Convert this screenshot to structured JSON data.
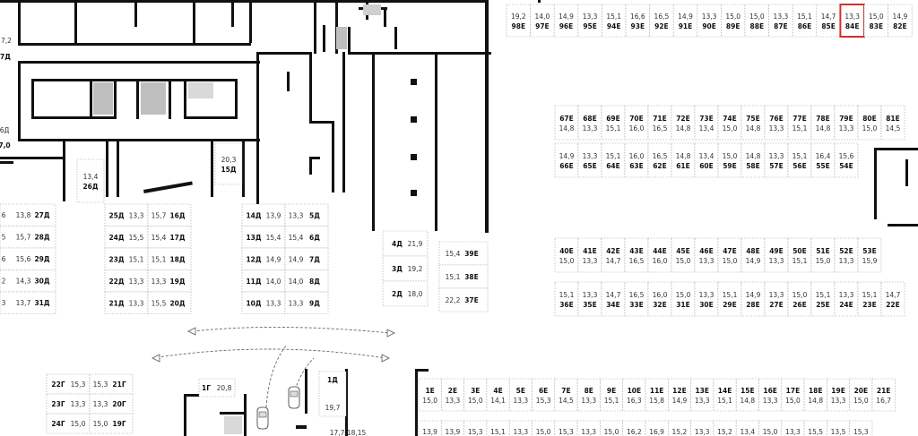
{
  "floor_plan": {
    "selected_spot": "84E",
    "colors": {
      "wall": "#111111",
      "selected_border": "#d0312d",
      "slot_border": "#9aa6a0"
    },
    "left_edge_labels": [
      "7,2",
      "7Д",
      "6Д",
      "7,0"
    ],
    "edge_slots": [
      {
        "code": "27Д",
        "area": "13,8",
        "prefix": "6"
      },
      {
        "code": "28Д",
        "area": "15,7",
        "prefix": "5"
      },
      {
        "code": "29Д",
        "area": "15,6",
        "prefix": "6"
      },
      {
        "code": "30Д",
        "area": "14,3",
        "prefix": "2"
      },
      {
        "code": "31Д",
        "area": "13,7",
        "prefix": "3"
      }
    ],
    "spots": {
      "row_top": [
        {
          "code": "98E",
          "area": "19,2"
        },
        {
          "code": "97E",
          "area": "14,0"
        },
        {
          "code": "96E",
          "area": "14,9"
        },
        {
          "code": "95E",
          "area": "13,3"
        },
        {
          "code": "94E",
          "area": "15,1"
        },
        {
          "code": "93E",
          "area": "16,6"
        },
        {
          "code": "92E",
          "area": "16,5"
        },
        {
          "code": "91E",
          "area": "14,9"
        },
        {
          "code": "90E",
          "area": "13,3"
        },
        {
          "code": "89E",
          "area": "15,0"
        },
        {
          "code": "88E",
          "area": "15,0"
        },
        {
          "code": "87E",
          "area": "13,3"
        },
        {
          "code": "86E",
          "area": "15,1"
        },
        {
          "code": "85E",
          "area": "14,7"
        },
        {
          "code": "84E",
          "area": "13,3"
        },
        {
          "code": "83E",
          "area": "15,0"
        },
        {
          "code": "82E",
          "area": "14,9"
        }
      ],
      "row_2a": [
        {
          "code": "67E",
          "area": "14,8"
        },
        {
          "code": "68E",
          "area": "13,3"
        },
        {
          "code": "69E",
          "area": "15,1"
        },
        {
          "code": "70E",
          "area": "16,0"
        },
        {
          "code": "71E",
          "area": "16,5"
        },
        {
          "code": "72E",
          "area": "14,8"
        },
        {
          "code": "73E",
          "area": "13,4"
        },
        {
          "code": "74E",
          "area": "15,0"
        },
        {
          "code": "75E",
          "area": "14,8"
        },
        {
          "code": "76E",
          "area": "13,3"
        },
        {
          "code": "77E",
          "area": "15,1"
        },
        {
          "code": "78E",
          "area": "14,8"
        },
        {
          "code": "79E",
          "area": "13,3"
        },
        {
          "code": "80E",
          "area": "15,0"
        },
        {
          "code": "81E",
          "area": "14,5"
        }
      ],
      "row_2b": [
        {
          "code": "66E",
          "area": "14,9"
        },
        {
          "code": "65E",
          "area": "13,3"
        },
        {
          "code": "64E",
          "area": "15,1"
        },
        {
          "code": "63E",
          "area": "16,0"
        },
        {
          "code": "62E",
          "area": "16,5"
        },
        {
          "code": "61E",
          "area": "14,8"
        },
        {
          "code": "60E",
          "area": "13,4"
        },
        {
          "code": "59E",
          "area": "15,0"
        },
        {
          "code": "58E",
          "area": "14,8"
        },
        {
          "code": "57E",
          "area": "13,3"
        },
        {
          "code": "56E",
          "area": "15,1"
        },
        {
          "code": "55E",
          "area": "16,4"
        },
        {
          "code": "54E",
          "area": "15,6"
        }
      ],
      "row_3a": [
        {
          "code": "40E",
          "area": "15,0"
        },
        {
          "code": "41E",
          "area": "13,3"
        },
        {
          "code": "42E",
          "area": "14,7"
        },
        {
          "code": "43E",
          "area": "16,5"
        },
        {
          "code": "44E",
          "area": "16,0"
        },
        {
          "code": "45E",
          "area": "15,0"
        },
        {
          "code": "46E",
          "area": "13,3"
        },
        {
          "code": "47E",
          "area": "15,0"
        },
        {
          "code": "48E",
          "area": "14,9"
        },
        {
          "code": "49E",
          "area": "13,3"
        },
        {
          "code": "50E",
          "area": "15,1"
        },
        {
          "code": "51E",
          "area": "15,0"
        },
        {
          "code": "52E",
          "area": "13,3"
        },
        {
          "code": "53E",
          "area": "15,9"
        }
      ],
      "row_3b": [
        {
          "code": "36E",
          "area": "15,1"
        },
        {
          "code": "35E",
          "area": "13,3"
        },
        {
          "code": "34E",
          "area": "14,7"
        },
        {
          "code": "33E",
          "area": "16,5"
        },
        {
          "code": "32E",
          "area": "16,0"
        },
        {
          "code": "31E",
          "area": "15,0"
        },
        {
          "code": "30E",
          "area": "13,3"
        },
        {
          "code": "29E",
          "area": "15,1"
        },
        {
          "code": "28E",
          "area": "14,9"
        },
        {
          "code": "27E",
          "area": "13,3"
        },
        {
          "code": "26E",
          "area": "15,0"
        },
        {
          "code": "25E",
          "area": "15,1"
        },
        {
          "code": "24E",
          "area": "13,3"
        },
        {
          "code": "23E",
          "area": "15,1"
        },
        {
          "code": "22E",
          "area": "14,7"
        }
      ],
      "row_bottom": [
        {
          "code": "1E",
          "area": "15,0"
        },
        {
          "code": "2E",
          "area": "13,3"
        },
        {
          "code": "3E",
          "area": "15,0"
        },
        {
          "code": "4E",
          "area": "14,1"
        },
        {
          "code": "5E",
          "area": "13,3"
        },
        {
          "code": "6E",
          "area": "15,3"
        },
        {
          "code": "7E",
          "area": "14,5"
        },
        {
          "code": "8E",
          "area": "13,3"
        },
        {
          "code": "9E",
          "area": "15,1"
        },
        {
          "code": "10E",
          "area": "16,3"
        },
        {
          "code": "11E",
          "area": "15,8"
        },
        {
          "code": "12E",
          "area": "14,9"
        },
        {
          "code": "13E",
          "area": "13,3"
        },
        {
          "code": "14E",
          "area": "15,1"
        },
        {
          "code": "15E",
          "area": "14,8"
        },
        {
          "code": "16E",
          "area": "13,3"
        },
        {
          "code": "17E",
          "area": "15,0"
        },
        {
          "code": "18E",
          "area": "14,8"
        },
        {
          "code": "19E",
          "area": "13,3"
        },
        {
          "code": "20E",
          "area": "15,0"
        },
        {
          "code": "21E",
          "area": "16,7"
        }
      ],
      "row_bottom_cut": [
        "13,9",
        "13,9",
        "15,3",
        "15,1",
        "13,3",
        "15,0",
        "15,3",
        "13,3",
        "15,0",
        "16,2",
        "16,9",
        "15,2",
        "13,3",
        "15,2",
        "13,4",
        "15,0",
        "13,3",
        "15,5",
        "13,5",
        "15,3"
      ],
      "block_d1": [
        {
          "left_code": "25Д",
          "left_area": "13,3",
          "right_area": "15,7",
          "right_code": "16Д"
        },
        {
          "left_code": "24Д",
          "left_area": "15,5",
          "right_area": "15,4",
          "right_code": "17Д"
        },
        {
          "left_code": "23Д",
          "left_area": "15,1",
          "right_area": "15,1",
          "right_code": "18Д"
        },
        {
          "left_code": "22Д",
          "left_area": "13,3",
          "right_area": "13,3",
          "right_code": "19Д"
        },
        {
          "left_code": "21Д",
          "left_area": "13,3",
          "right_area": "15,5",
          "right_code": "20Д"
        }
      ],
      "block_d2": [
        {
          "left_code": "14Д",
          "left_area": "13,9",
          "right_area": "13,3",
          "right_code": "5Д"
        },
        {
          "left_code": "13Д",
          "left_area": "15,4",
          "right_area": "15,4",
          "right_code": "6Д"
        },
        {
          "left_code": "12Д",
          "left_area": "14,9",
          "right_area": "14,9",
          "right_code": "7Д"
        },
        {
          "left_code": "11Д",
          "left_area": "14,0",
          "right_area": "14,0",
          "right_code": "8Д"
        },
        {
          "left_code": "10Д",
          "left_area": "13,3",
          "right_area": "13,3",
          "right_code": "9Д"
        }
      ],
      "block_d3": [
        {
          "code": "4Д",
          "area": "21,9"
        },
        {
          "code": "3Д",
          "area": "19,2"
        },
        {
          "code": "2Д",
          "area": "18,0"
        }
      ],
      "block_e_small": [
        {
          "code": "39E",
          "area": "15,4"
        },
        {
          "code": "38E",
          "area": "15,1"
        },
        {
          "code": "37E",
          "area": "22,2"
        }
      ],
      "block_g": [
        {
          "left_code": "22Г",
          "left_area": "15,3",
          "right_area": "15,3",
          "right_code": "21Г"
        },
        {
          "left_code": "23Г",
          "left_area": "13,3",
          "right_area": "13,3",
          "right_code": "20Г"
        },
        {
          "left_code": "24Г",
          "left_area": "15,0",
          "right_area": "15,0",
          "right_code": "19Г"
        }
      ],
      "single": [
        {
          "code": "26Д",
          "area": "13,4"
        },
        {
          "code": "15Д",
          "area": "20,3"
        },
        {
          "code": "1Г",
          "area": "20,8"
        },
        {
          "code": "1Д",
          "area": "19,7"
        }
      ],
      "misc_label": "17,7 18,15"
    }
  }
}
